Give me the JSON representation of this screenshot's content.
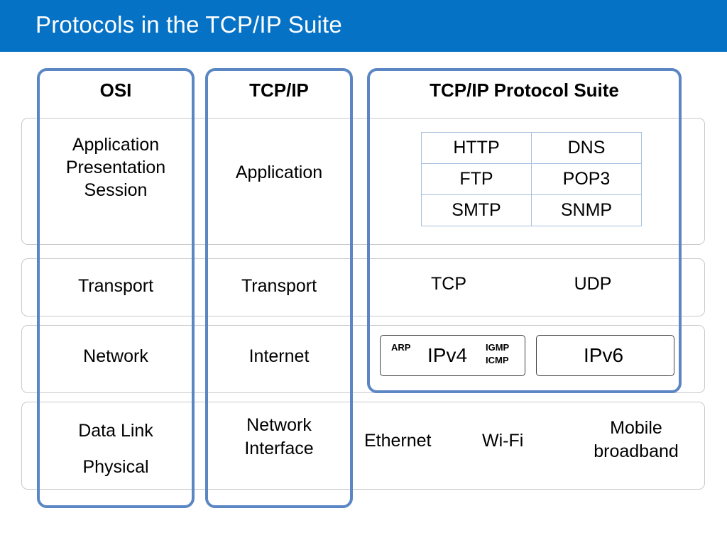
{
  "title": "Protocols in the TCP/IP Suite",
  "colors": {
    "title_bar": "#0572C6",
    "column_border": "#5B86C4",
    "band_border": "#C9C9C9",
    "table_border": "#A8C0DC",
    "box_border": "#404040",
    "title_text": "#FFFFFF"
  },
  "columns": {
    "osi": {
      "header": "OSI",
      "layers": {
        "application": "Application\nPresentation\nSession",
        "transport": "Transport",
        "network": "Network",
        "datalink": "Data Link\nPhysical"
      }
    },
    "tcpip": {
      "header": "TCP/IP",
      "layers": {
        "application": "Application",
        "transport": "Transport",
        "internet": "Internet",
        "network_interface": "Network\nInterface"
      }
    },
    "suite": {
      "header": "TCP/IP Protocol Suite",
      "application_protocols": {
        "rows": [
          [
            "HTTP",
            "DNS"
          ],
          [
            "FTP",
            "POP3"
          ],
          [
            "SMTP",
            "SNMP"
          ]
        ]
      },
      "transport_protocols": {
        "tcp": "TCP",
        "udp": "UDP"
      },
      "internet_protocols": {
        "ipv4": {
          "name": "IPv4",
          "left_badge": "ARP",
          "right_badge": "IGMP\nICMP"
        },
        "ipv6": {
          "name": "IPv6"
        }
      },
      "network_interface_protocols": {
        "ethernet": "Ethernet",
        "wifi": "Wi-Fi",
        "mobile": "Mobile\nbroadband"
      }
    }
  }
}
